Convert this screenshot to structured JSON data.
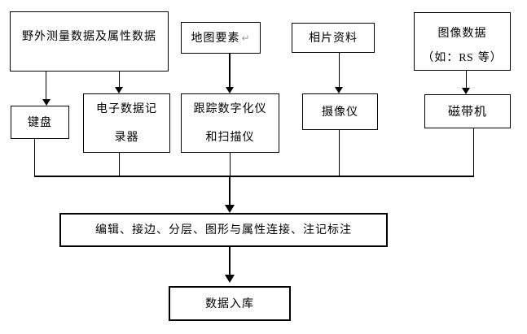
{
  "diagram": {
    "nodes": {
      "field_data": {
        "label": "野外测量数据及属性数据"
      },
      "map_elements": {
        "label": "地图要素",
        "return_mark": "↵"
      },
      "photo_material": {
        "label": "相片资料"
      },
      "image_data": {
        "line1": "图像数据",
        "line2_open": "（如：",
        "line2_code": "RS",
        "line2_close": " 等）"
      },
      "keyboard": {
        "label": "键盘"
      },
      "data_recorder": {
        "line1": "电子数据记",
        "line2": "录器"
      },
      "digitizer": {
        "line1": "跟踪数字化仪",
        "line2": "和扫描仪"
      },
      "camera": {
        "label": "摄像仪"
      },
      "tape_drive": {
        "label": "磁带机"
      },
      "processing": {
        "label": "编辑、接边、分层、图形与属性连接、注记标注"
      },
      "database": {
        "label": "数据入库"
      }
    },
    "colors": {
      "line": "#000000",
      "box_border": "#000000",
      "text": "#000000",
      "return_mark": "#999999",
      "background": "#ffffff"
    }
  }
}
